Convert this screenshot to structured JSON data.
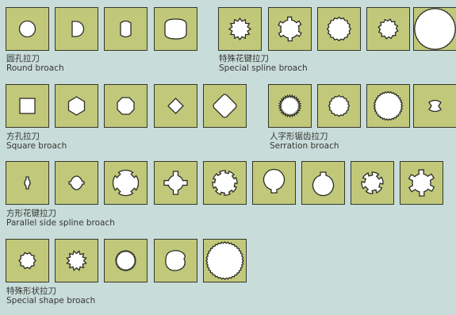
{
  "categories": [
    {
      "cn": "圆孔拉刀",
      "en": "Round broach"
    },
    {
      "cn": "特殊花键拉刀",
      "en": "Special spline broach"
    },
    {
      "cn": "方孔拉刀",
      "en": "Square broach"
    },
    {
      "cn": "人字形锯齿拉刀",
      "en": "Serration broach"
    },
    {
      "cn": "方形花键拉刀",
      "en": "Parallel side spline broach"
    },
    {
      "cn": "特殊形状拉刀",
      "en": "Special shape broach"
    }
  ],
  "shapes": {
    "round": [
      "circle-hole-icon",
      "d-hole-icon",
      "double-d-hole-icon",
      "flat-round-hole-icon"
    ],
    "special_spline": [
      "spline-star-icon",
      "notched-spline-icon",
      "wavy-spline-icon",
      "fine-spline-icon",
      "large-round-spline-icon"
    ],
    "square": [
      "square-hole-icon",
      "hexagon-hole-icon",
      "octagon-hole-icon",
      "diamond-hole-icon",
      "rounded-diamond-hole-icon"
    ],
    "serration": [
      "serration-gear-icon",
      "serration-gear-icon",
      "large-serration-icon",
      "oval-serration-icon"
    ],
    "parallel_spline": [
      "keyhole-small-icon",
      "two-key-icon",
      "large-four-key-icon",
      "four-key-icon",
      "eight-key-icon",
      "single-key-icon",
      "single-key-icon",
      "six-key-icon",
      "lobed-spline-icon"
    ],
    "special_shape": [
      "small-spline-icon",
      "star-spline-icon",
      "fine-serration-icon",
      "blob-icon",
      "irregular-round-icon"
    ]
  }
}
